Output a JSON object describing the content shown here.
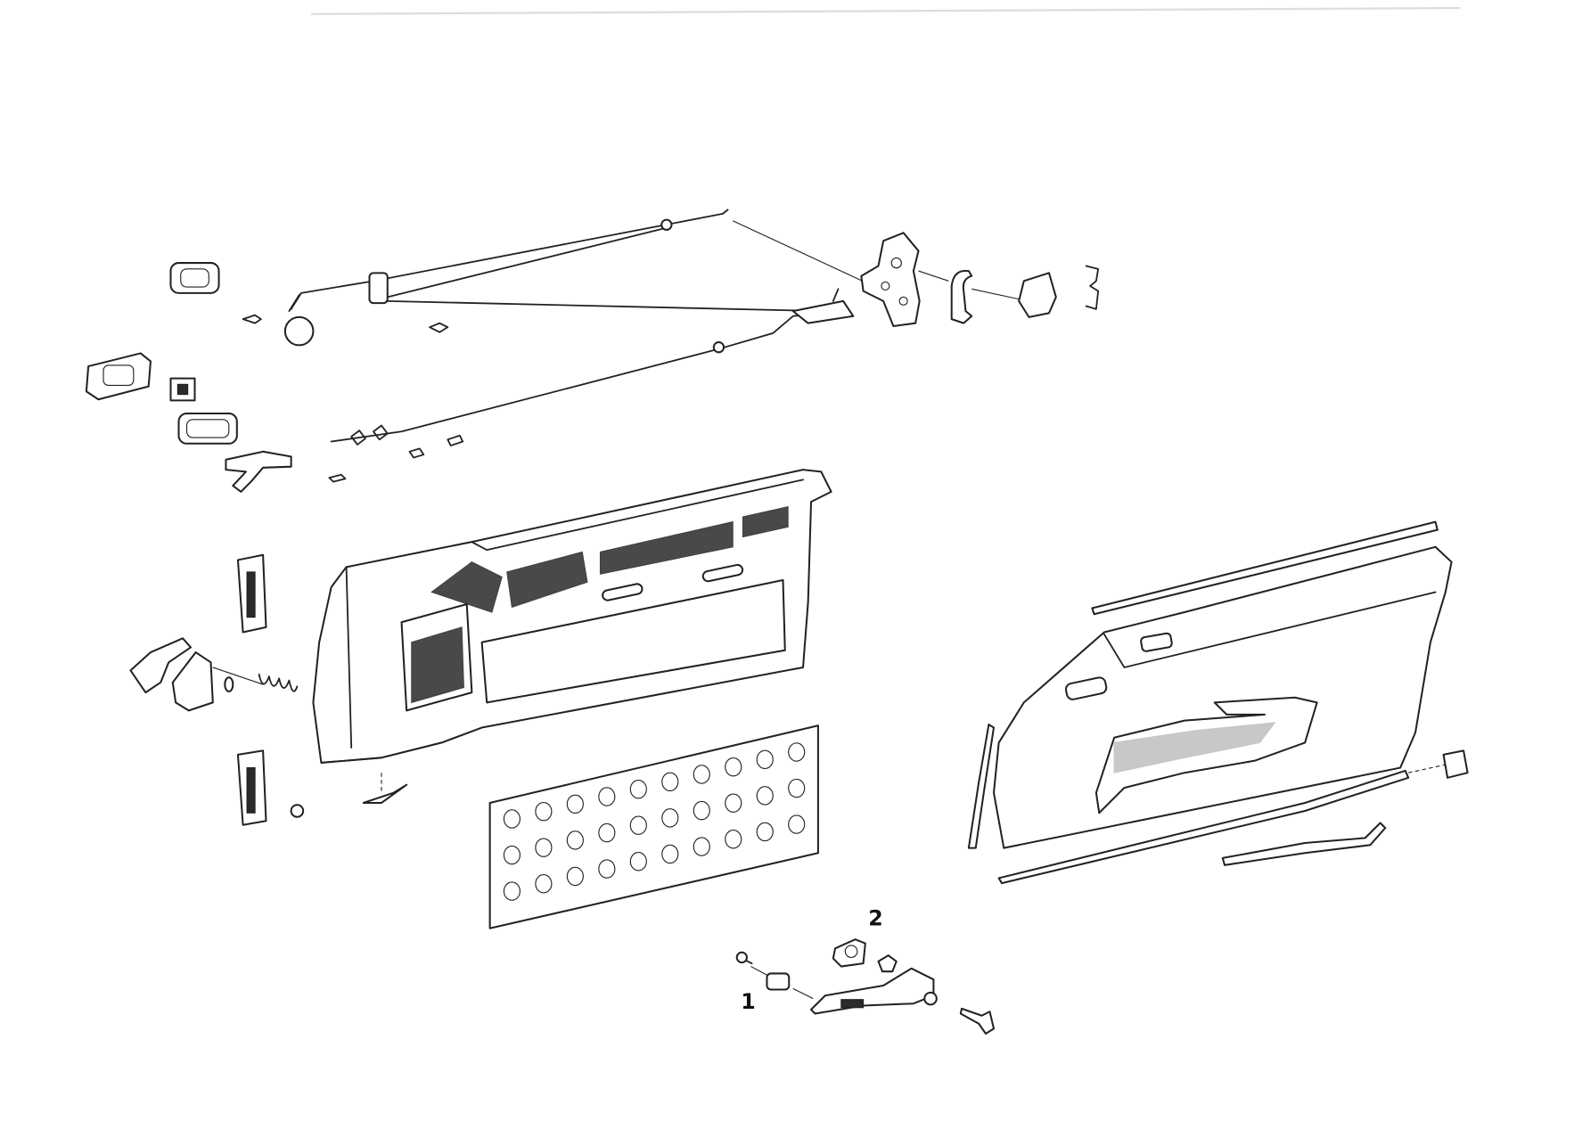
{
  "diagram": {
    "callouts": [
      {
        "id": "1",
        "text": "1"
      },
      {
        "id": "2",
        "text": "2"
      }
    ],
    "colors": {
      "line": "#222222",
      "background": "#ffffff"
    }
  }
}
